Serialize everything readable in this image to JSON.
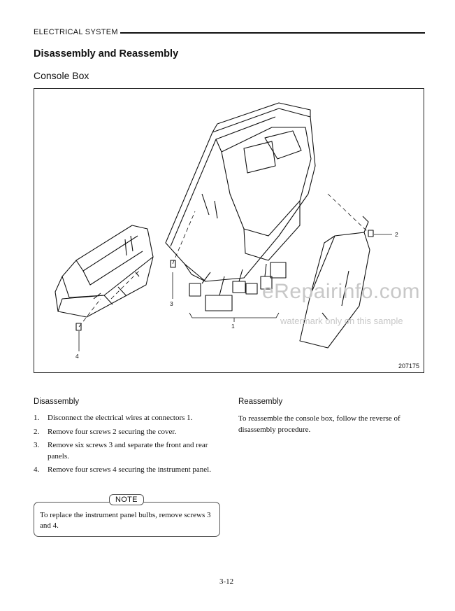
{
  "header": {
    "section": "ELECTRICAL SYSTEM"
  },
  "title": "Disassembly and Reassembly",
  "subtitle": "Console Box",
  "figure": {
    "callouts": [
      "1",
      "2",
      "3",
      "4"
    ],
    "figure_number": "207175",
    "watermark": "eRepairinfo.com",
    "watermark_sub": "watermark only on this sample"
  },
  "disassembly": {
    "heading": "Disassembly",
    "steps": [
      {
        "num": "1.",
        "text": "Disconnect the electrical wires at connectors 1."
      },
      {
        "num": "2.",
        "text": "Remove four screws 2 securing the cover."
      },
      {
        "num": "3.",
        "text": "Remove six screws 3 and separate the front and rear panels."
      },
      {
        "num": "4.",
        "text": "Remove four screws 4 securing the instrument panel."
      }
    ]
  },
  "note": {
    "label": "NOTE",
    "text": "To replace the instrument panel bulbs, remove screws 3 and 4."
  },
  "reassembly": {
    "heading": "Reassembly",
    "text": "To reassemble the console box, follow the reverse of disassembly procedure."
  },
  "page_number": "3-12"
}
